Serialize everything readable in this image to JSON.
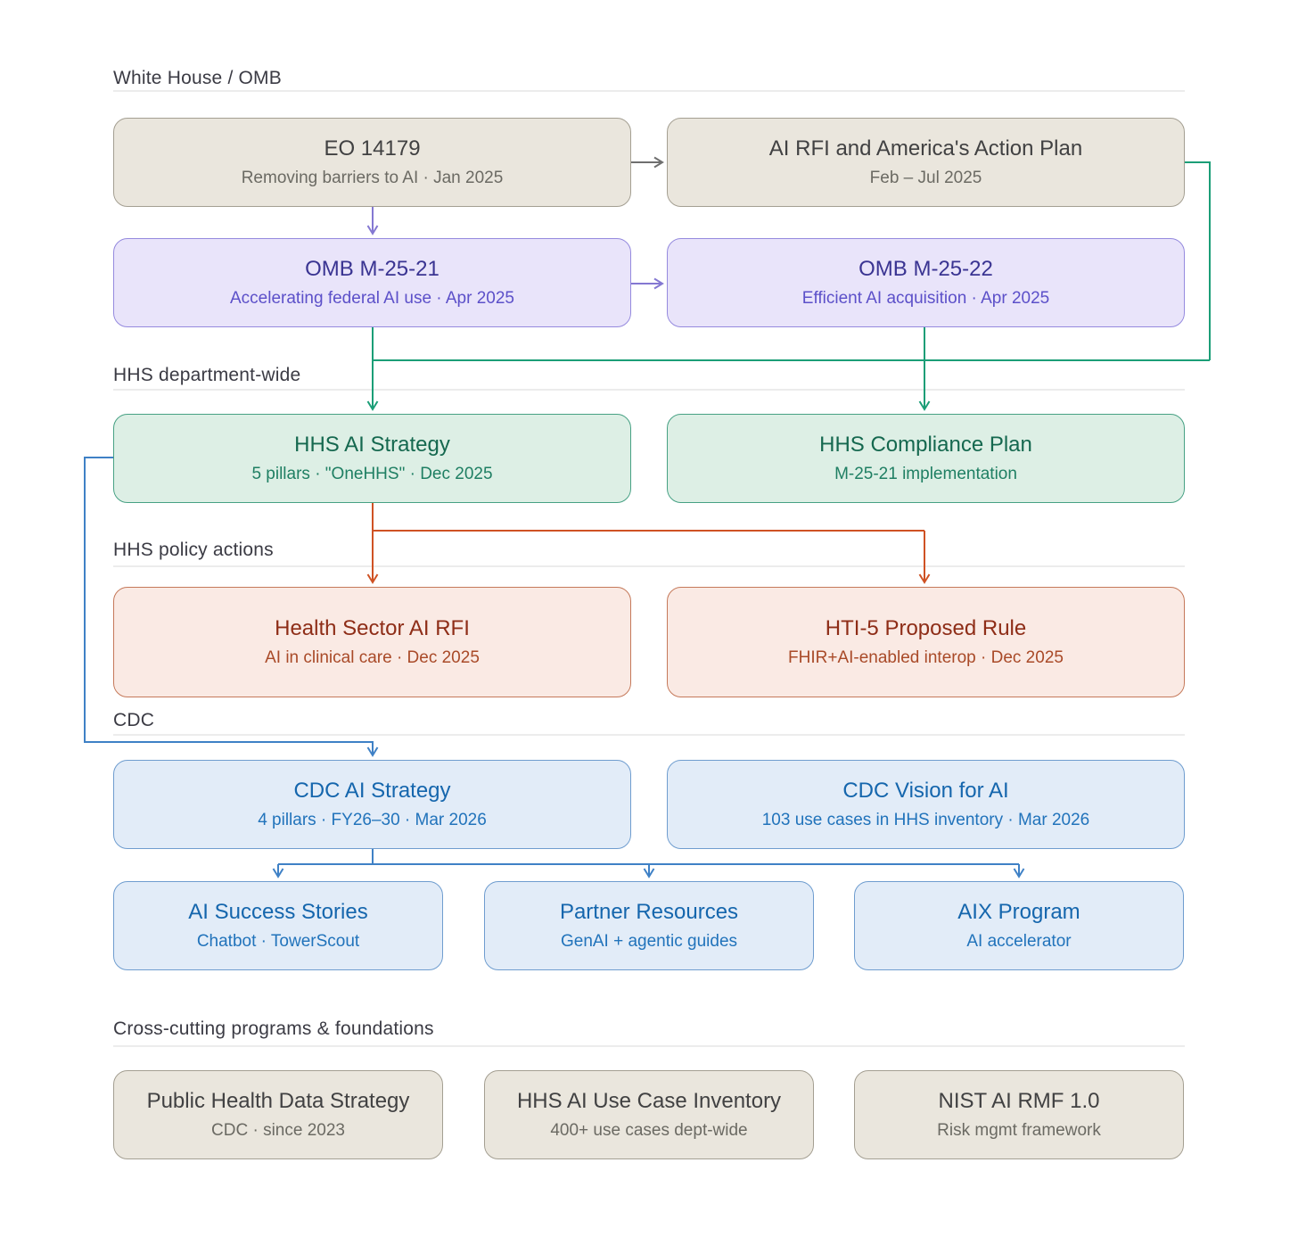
{
  "sections": [
    {
      "label": "White House / OMB"
    },
    {
      "label": "HHS department-wide"
    },
    {
      "label": "HHS policy actions"
    },
    {
      "label": "CDC"
    },
    {
      "label": "Cross-cutting programs & foundations"
    }
  ],
  "boxes": [
    {
      "id": "eo-14179",
      "title": "EO 14179",
      "subtitle": "Removing barriers to AI · Jan 2025"
    },
    {
      "id": "ai-rfi-action-plan",
      "title": "AI RFI and America's Action Plan",
      "subtitle": "Feb – Jul 2025"
    },
    {
      "id": "omb-m-25-21",
      "title": "OMB M-25-21",
      "subtitle": "Accelerating federal AI use · Apr 2025"
    },
    {
      "id": "omb-m-25-22",
      "title": "OMB M-25-22",
      "subtitle": "Efficient AI acquisition · Apr 2025"
    },
    {
      "id": "hhs-ai-strategy",
      "title": "HHS AI Strategy",
      "subtitle": "5 pillars · \"OneHHS\" · Dec 2025"
    },
    {
      "id": "hhs-compliance-plan",
      "title": "HHS Compliance Plan",
      "subtitle": "M-25-21 implementation"
    },
    {
      "id": "health-sector-ai-rfi",
      "title": "Health Sector AI RFI",
      "subtitle": "AI in clinical care · Dec 2025"
    },
    {
      "id": "hti-5-proposed-rule",
      "title": "HTI-5 Proposed Rule",
      "subtitle": "FHIR+AI-enabled interop · Dec 2025"
    },
    {
      "id": "cdc-ai-strategy",
      "title": "CDC AI Strategy",
      "subtitle": "4 pillars · FY26–30 · Mar 2026"
    },
    {
      "id": "cdc-vision-for-ai",
      "title": "CDC Vision for AI",
      "subtitle": "103 use cases in HHS inventory · Mar 2026"
    },
    {
      "id": "ai-success-stories",
      "title": "AI Success Stories",
      "subtitle": "Chatbot · TowerScout"
    },
    {
      "id": "partner-resources",
      "title": "Partner Resources",
      "subtitle": "GenAI + agentic guides"
    },
    {
      "id": "aix-program",
      "title": "AIX Program",
      "subtitle": "AI accelerator"
    },
    {
      "id": "public-health-data-strategy",
      "title": "Public Health Data Strategy",
      "subtitle": "CDC · since 2023"
    },
    {
      "id": "hhs-ai-use-case-inventory",
      "title": "HHS AI Use Case Inventory",
      "subtitle": "400+ use cases dept-wide"
    },
    {
      "id": "nist-ai-rmf",
      "title": "NIST AI RMF 1.0",
      "subtitle": "Risk mgmt framework"
    }
  ],
  "colors": {
    "connector_gray": "#6f6f6f",
    "connector_purple": "#8478d2",
    "connector_green": "#1b9e77",
    "connector_orange": "#cf5224",
    "connector_blue": "#3f81c6",
    "beige_fill": "#eae6dd",
    "purple_fill": "#e9e4fa",
    "green_fill": "#ddefe5",
    "red_fill": "#faeae4",
    "blue_fill": "#e2ecf8"
  }
}
